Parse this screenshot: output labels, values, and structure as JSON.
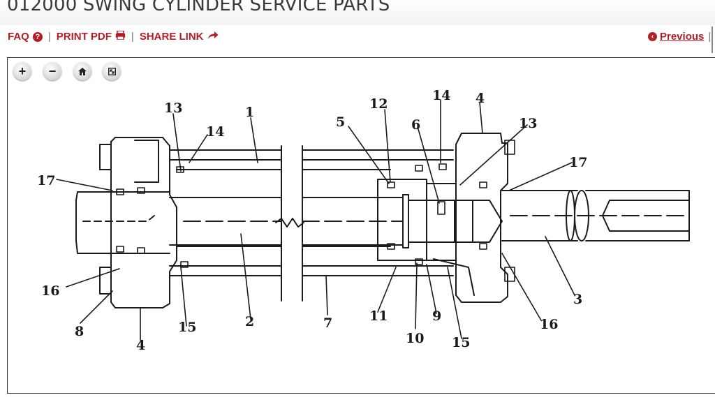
{
  "page": {
    "title": "012000 SWING CYLINDER SERVICE PARTS"
  },
  "links": {
    "faq": "FAQ",
    "print_pdf": "PRINT PDF",
    "share_link": "SHARE LINK",
    "separator": "|",
    "previous": "Previous"
  },
  "viewer_controls": {
    "zoom_in": "+",
    "zoom_out": "−"
  },
  "icons": {
    "faq": "question-circle-icon",
    "print": "printer-icon",
    "share": "share-arrow-icon",
    "previous": "chevron-left-circle-icon",
    "home": "home-icon",
    "fullscreen": "fullscreen-icon"
  },
  "colors": {
    "link": "#b0202a",
    "title": "#3a3a3a",
    "drawing_ink": "#1a1a1a"
  },
  "diagram": {
    "part_labels": [
      "13",
      "1",
      "14",
      "17",
      "16",
      "8",
      "4",
      "15",
      "2",
      "5",
      "12",
      "6",
      "14",
      "4",
      "13",
      "17",
      "7",
      "11",
      "10",
      "9",
      "15",
      "3",
      "16"
    ]
  }
}
